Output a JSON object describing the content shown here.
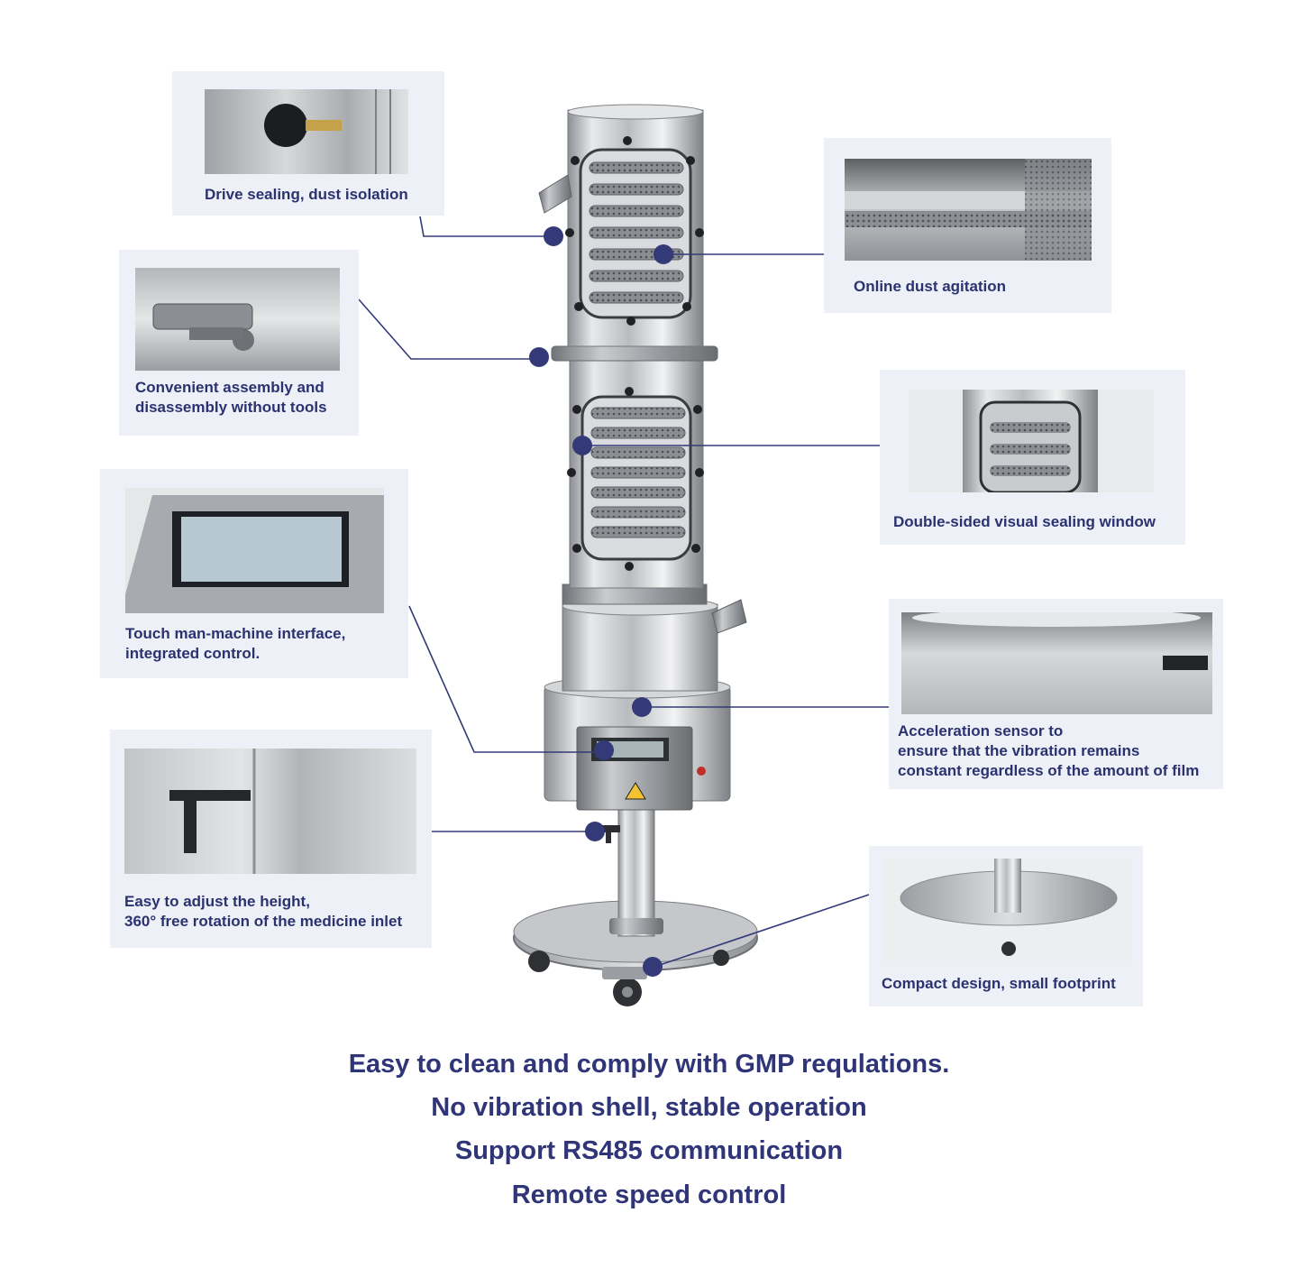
{
  "callouts": {
    "drive_sealing": "Drive sealing, dust isolation",
    "assembly": "Convenient assembly and\ndisassembly without tools",
    "touch": "Touch man-machine interface,\nintegrated control.",
    "height": "Easy to adjust the height,\n360° free rotation of the medicine inlet",
    "online_dust": "Online dust agitation",
    "visual_window": "Double-sided visual sealing window",
    "sensor": "Acceleration sensor to\nensure that the vibration remains\nconstant regardless of the amount of film",
    "compact": "Compact design, small footprint"
  },
  "features": [
    "Easy to clean and comply with GMP requlations.",
    "No vibration shell, stable operation",
    "Support RS485 communication",
    "Remote speed control"
  ],
  "colors": {
    "accent": "#2f3577",
    "panel": "#eef0f7",
    "dot": "#343a78"
  }
}
